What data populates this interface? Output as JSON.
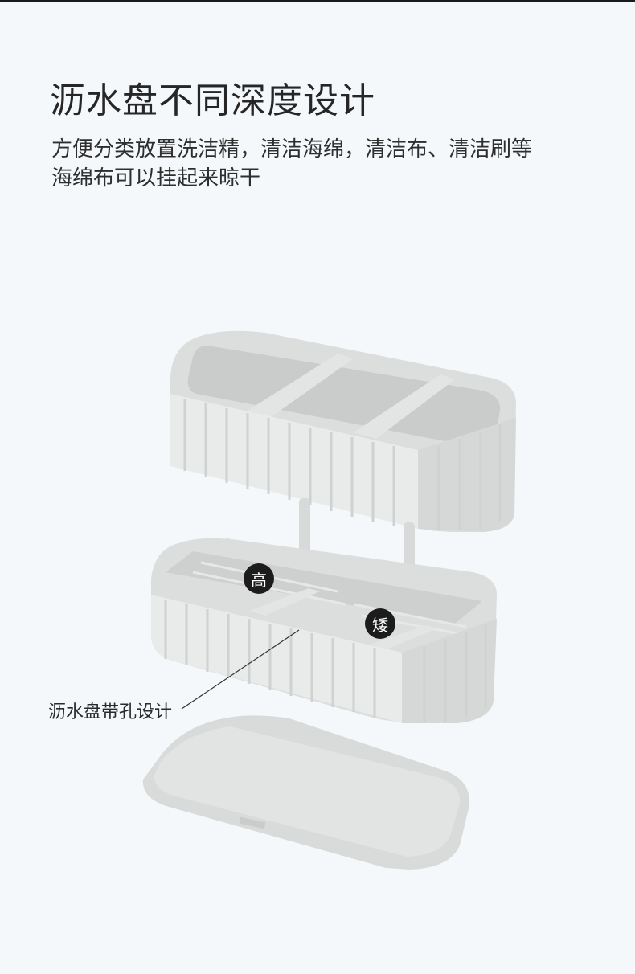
{
  "headline": "沥水盘不同深度设计",
  "description": {
    "line1": "方便分类放置洗洁精，清洁海绵，清洁布、清洁刷等",
    "line2": "海绵布可以挂起来晾干"
  },
  "badges": {
    "high": "高",
    "low": "矮"
  },
  "callout": "沥水盘带孔设计",
  "colors": {
    "background": "#f4f8fb",
    "product": "#dfe1e0",
    "product_shadow": "#c9cccb",
    "badge": "#1c1c1c"
  }
}
